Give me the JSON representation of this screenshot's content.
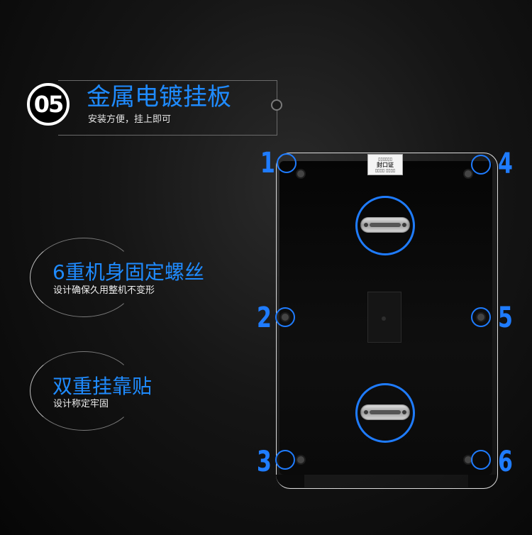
{
  "header": {
    "number": "05",
    "title": "金属电镀挂板",
    "subtitle": "安装方便，挂上即可"
  },
  "features": [
    {
      "title": "6重机身固定螺丝",
      "subtitle": "设计确保久用整机不变形"
    },
    {
      "title": "双重挂靠贴",
      "subtitle": "设计称定牢固"
    }
  ],
  "panel": {
    "label_title": "封口证",
    "label_top": "▯▯▯▯▯▯",
    "label_bottom": "▯▯▯▯ ▯▯▯▯",
    "screw_numbers": [
      "1",
      "2",
      "3",
      "4",
      "5",
      "6"
    ]
  },
  "colors": {
    "accent": "#1f8bff",
    "ring": "#1f7cff",
    "background": "#111111"
  }
}
